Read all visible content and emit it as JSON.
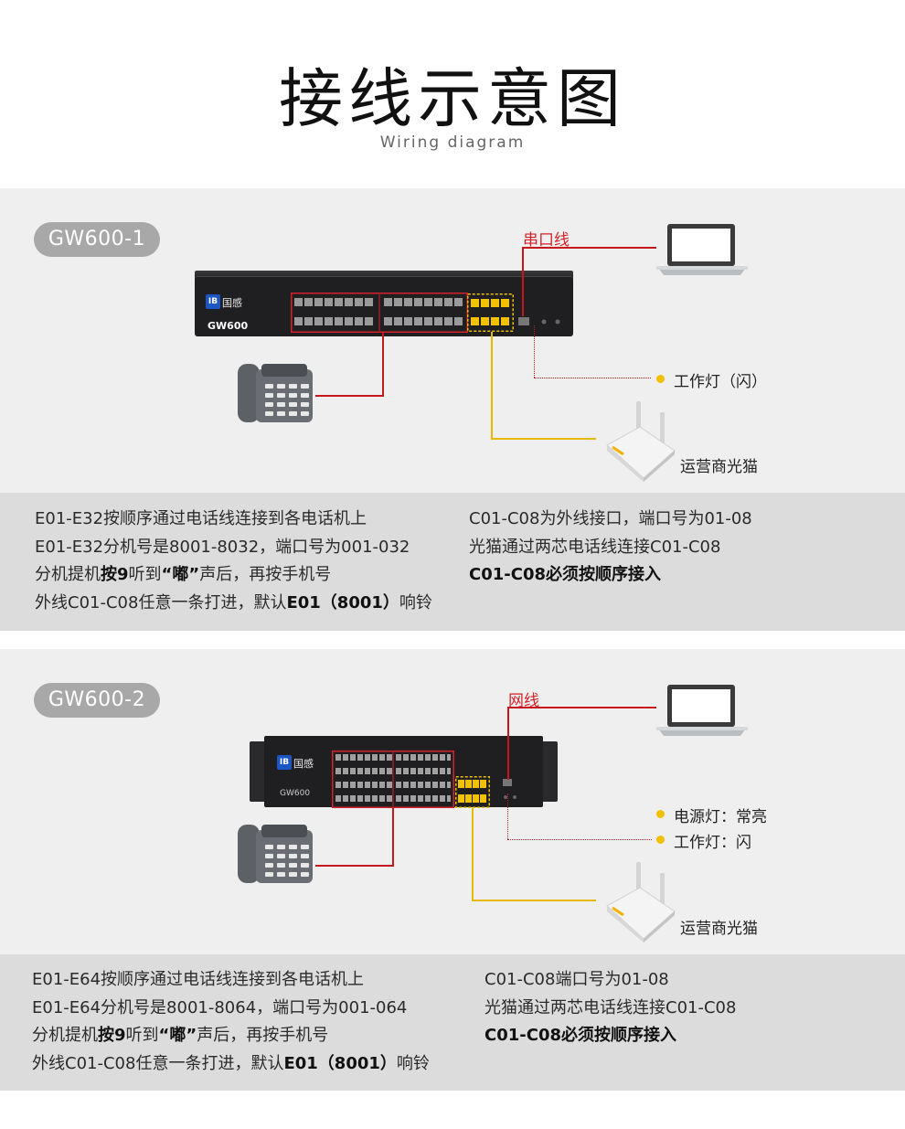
{
  "header": {
    "title": "接线示意图",
    "subtitle": "Wiring diagram"
  },
  "section1": {
    "model": "GW600-1",
    "device_label": "GW600",
    "brand_cn": "国感",
    "serial_label": "串口线",
    "status_light": "工作灯（闪）",
    "modem_label": "运营商光猫",
    "left_lines": [
      "E01-E32按顺序通过电话线连接到各电话机上",
      "E01-E32分机号是8001-8032，端口号为001-032",
      [
        "分机提机",
        "按9",
        "听到",
        "“嘟”",
        "声后，再按手机号"
      ],
      [
        "外线C01-C08任意一条打进，默认",
        "E01（8001）",
        "响铃"
      ]
    ],
    "right_lines": [
      "C01-C08为外线接口，端口号为01-08",
      "光猫通过两芯电话线连接C01-C08",
      "C01-C08必须按顺序接入"
    ]
  },
  "section2": {
    "model": "GW600-2",
    "device_label": "GW600",
    "brand_cn": "国感",
    "network_label": "网线",
    "power_light": "电源灯：常亮",
    "status_light": "工作灯：闪",
    "modem_label": "运营商光猫",
    "left_lines": [
      "E01-E64按顺序通过电话线连接到各电话机上",
      "E01-E64分机号是8001-8064，端口号为001-064",
      [
        "分机提机",
        "按9",
        "听到",
        "“嘟”",
        "声后，再按手机号"
      ],
      [
        "外线C01-C08任意一条打进，默认",
        "E01（8001）",
        "响铃"
      ]
    ],
    "right_lines": [
      "C01-C08端口号为01-08",
      "光猫通过两芯电话线连接C01-C08",
      "C01-C08必须按顺序接入"
    ]
  },
  "colors": {
    "accent_red": "#d3222a",
    "accent_yellow": "#e9b800",
    "pill_gray": "#a8a8a8",
    "panel_bg": "#efefef",
    "textband_bg": "#dcdcdc"
  },
  "icons": [
    "laptop-icon",
    "desk-phone-icon",
    "optical-modem-icon",
    "status-dot-icon"
  ]
}
